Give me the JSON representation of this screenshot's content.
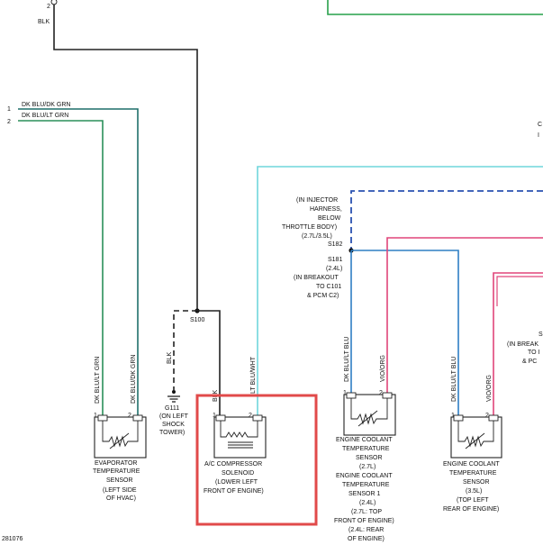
{
  "wires": {
    "top_blk_pin": "2",
    "top_blk": "BLK",
    "dkblu_dkgrn_pin": "1",
    "dkblu_dkgrn": "DK BLU/DK GRN",
    "dkblu_ltgrn_pin": "2",
    "dkblu_ltgrn": "DK BLU/LT GRN",
    "ltblu_wht": "LT BLU/WHT",
    "blk_vertical": "BLK",
    "dkblu_ltblu_a": "DK BLU/LT BLU",
    "vio_org_a": "VIO/ORG",
    "dkblu_ltblu_b": "DK BLU/LT BLU",
    "vio_org_b": "VIO/ORG",
    "evap_left_wire": "DK BLU/LT GRN",
    "evap_right_wire": "DK BLU/DK GRN",
    "solenoid_blk": "BLK"
  },
  "splices": {
    "s100": "S100",
    "s182": "S182",
    "s181": "S181"
  },
  "notes": {
    "injector_harness": [
      "(IN INJECTOR",
      "HARNESS,",
      "BELOW",
      "THROTTLE BODY)",
      "(2.7L/3.5L)"
    ],
    "s181_detail": [
      "(2.4L)",
      "(IN BREAKOUT",
      "TO C101",
      "& PCM C2)"
    ],
    "ground": [
      "G111",
      "(ON LEFT",
      "SHOCK",
      "TOWER)"
    ],
    "edge_c": "C",
    "edge_i": "I",
    "edge_s": "S",
    "edge_breakout": "(IN BREAK",
    "edge_to": "TO I",
    "edge_pc": "& PC"
  },
  "components": {
    "evap": [
      "EVAPORATOR",
      "TEMPERATURE",
      "SENSOR",
      "(LEFT SIDE",
      "OF HVAC)"
    ],
    "ac": [
      "A/C COMPRESSOR",
      "SOLENOID",
      "(LOWER LEFT",
      "FRONT OF ENGINE)"
    ],
    "ect27": [
      "ENGINE COOLANT",
      "TEMPERATURE",
      "SENSOR",
      "(2.7L)",
      "ENGINE COOLANT",
      "TEMPERATURE",
      "SENSOR 1",
      "(2.4L)",
      "(2.7L: TOP",
      "FRONT OF ENGINE)",
      "(2.4L: REAR",
      "OF ENGINE)"
    ],
    "ect35": [
      "ENGINE COOLANT",
      "TEMPERATURE",
      "SENSOR",
      "(3.5L)",
      "(TOP LEFT",
      "REAR OF ENGINE)"
    ]
  },
  "pins": {
    "evap": [
      "1",
      "2"
    ],
    "ac": [
      "1",
      "2"
    ],
    "ect27": [
      "1",
      "2"
    ],
    "ect35": [
      "1",
      "2"
    ]
  },
  "figure_id": "281076",
  "colors": {
    "black_wire": "#222222",
    "green_wire": "#2a8f5a",
    "teal_green_wire": "#1f6f6a",
    "light_blue_white_wire": "#6fd6dc",
    "blue_wire": "#2f7fc4",
    "pink_wire": "#e0457a",
    "dashed_blue": "#2a52b0",
    "top_green": "#27a04a",
    "highlight": "#e14a4a"
  },
  "icons": {
    "sensor_symbol": "thermistor-icon",
    "solenoid_symbol": "coil-icon",
    "ground_symbol": "ground-icon",
    "splice_symbol": "splice-dot-icon"
  }
}
